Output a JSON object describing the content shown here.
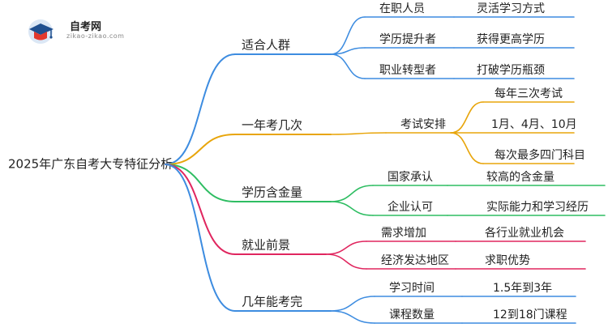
{
  "logo": {
    "title": "自考网",
    "domain": "zikao-zikao.com"
  },
  "mindmap": {
    "root": "2025年广东自考大专特征分析",
    "branches": [
      {
        "label": "适合人群",
        "color": "#3d8ce0",
        "items": [
          {
            "label": "在职人员",
            "leaves": [
              "灵活学习方式"
            ]
          },
          {
            "label": "学历提升者",
            "leaves": [
              "获得更高学历"
            ]
          },
          {
            "label": "职业转型者",
            "leaves": [
              "打破学历瓶颈"
            ]
          }
        ]
      },
      {
        "label": "一年考几次",
        "color": "#e8a50b",
        "items": [
          {
            "label": "考试安排",
            "leaves": [
              "每年三次考试",
              "1月、4月、10月",
              "每次最多四门科目"
            ]
          }
        ]
      },
      {
        "label": "学历含金量",
        "color": "#2ebd62",
        "items": [
          {
            "label": "国家承认",
            "leaves": [
              "较高的含金量"
            ]
          },
          {
            "label": "企业认可",
            "leaves": [
              "实际能力和学习经历"
            ]
          }
        ]
      },
      {
        "label": "就业前景",
        "color": "#e0265f",
        "items": [
          {
            "label": "需求增加",
            "leaves": [
              "各行业就业机会"
            ]
          },
          {
            "label": "经济发达地区",
            "leaves": [
              "求职优势"
            ]
          }
        ]
      },
      {
        "label": "几年能考完",
        "color": "#3d8ce0",
        "items": [
          {
            "label": "学习时间",
            "leaves": [
              "1.5年到3年"
            ]
          },
          {
            "label": "课程数量",
            "leaves": [
              "12到18门课程"
            ]
          }
        ]
      }
    ]
  }
}
